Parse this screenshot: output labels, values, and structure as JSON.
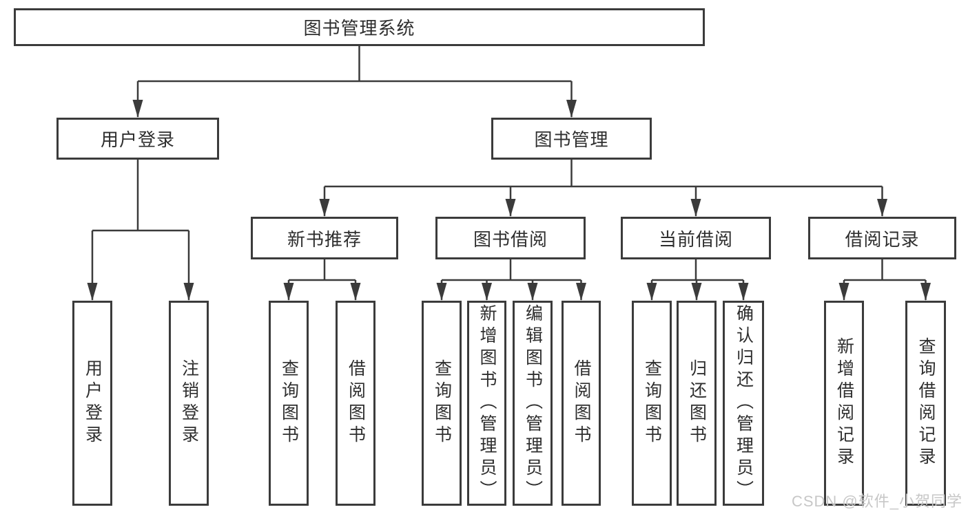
{
  "tree": {
    "root": {
      "label": "图书管理系统"
    },
    "branches": [
      {
        "label": "用户登录",
        "children": [
          {
            "label": "用户登录"
          },
          {
            "label": "注销登录"
          }
        ]
      },
      {
        "label": "图书管理",
        "children": [
          {
            "label": "新书推荐",
            "children": [
              {
                "label": "查询图书"
              },
              {
                "label": "借阅图书"
              }
            ]
          },
          {
            "label": "图书借阅",
            "children": [
              {
                "label": "查询图书"
              },
              {
                "label": "新增图书（管理员）"
              },
              {
                "label": "编辑图书（管理员）"
              },
              {
                "label": "借阅图书"
              }
            ]
          },
          {
            "label": "当前借阅",
            "children": [
              {
                "label": "查询图书"
              },
              {
                "label": "归还图书"
              },
              {
                "label": "确认归还（管理员）"
              }
            ]
          },
          {
            "label": "借阅记录",
            "children": [
              {
                "label": "新增借阅记录"
              },
              {
                "label": "查询借阅记录"
              }
            ]
          }
        ]
      }
    ]
  },
  "watermark": "CSDN @软件_小贺同学",
  "colors": {
    "line": "#3b3b3b",
    "text": "#2e2e2e",
    "background": "#ffffff",
    "watermark": "#c7c7c7"
  }
}
